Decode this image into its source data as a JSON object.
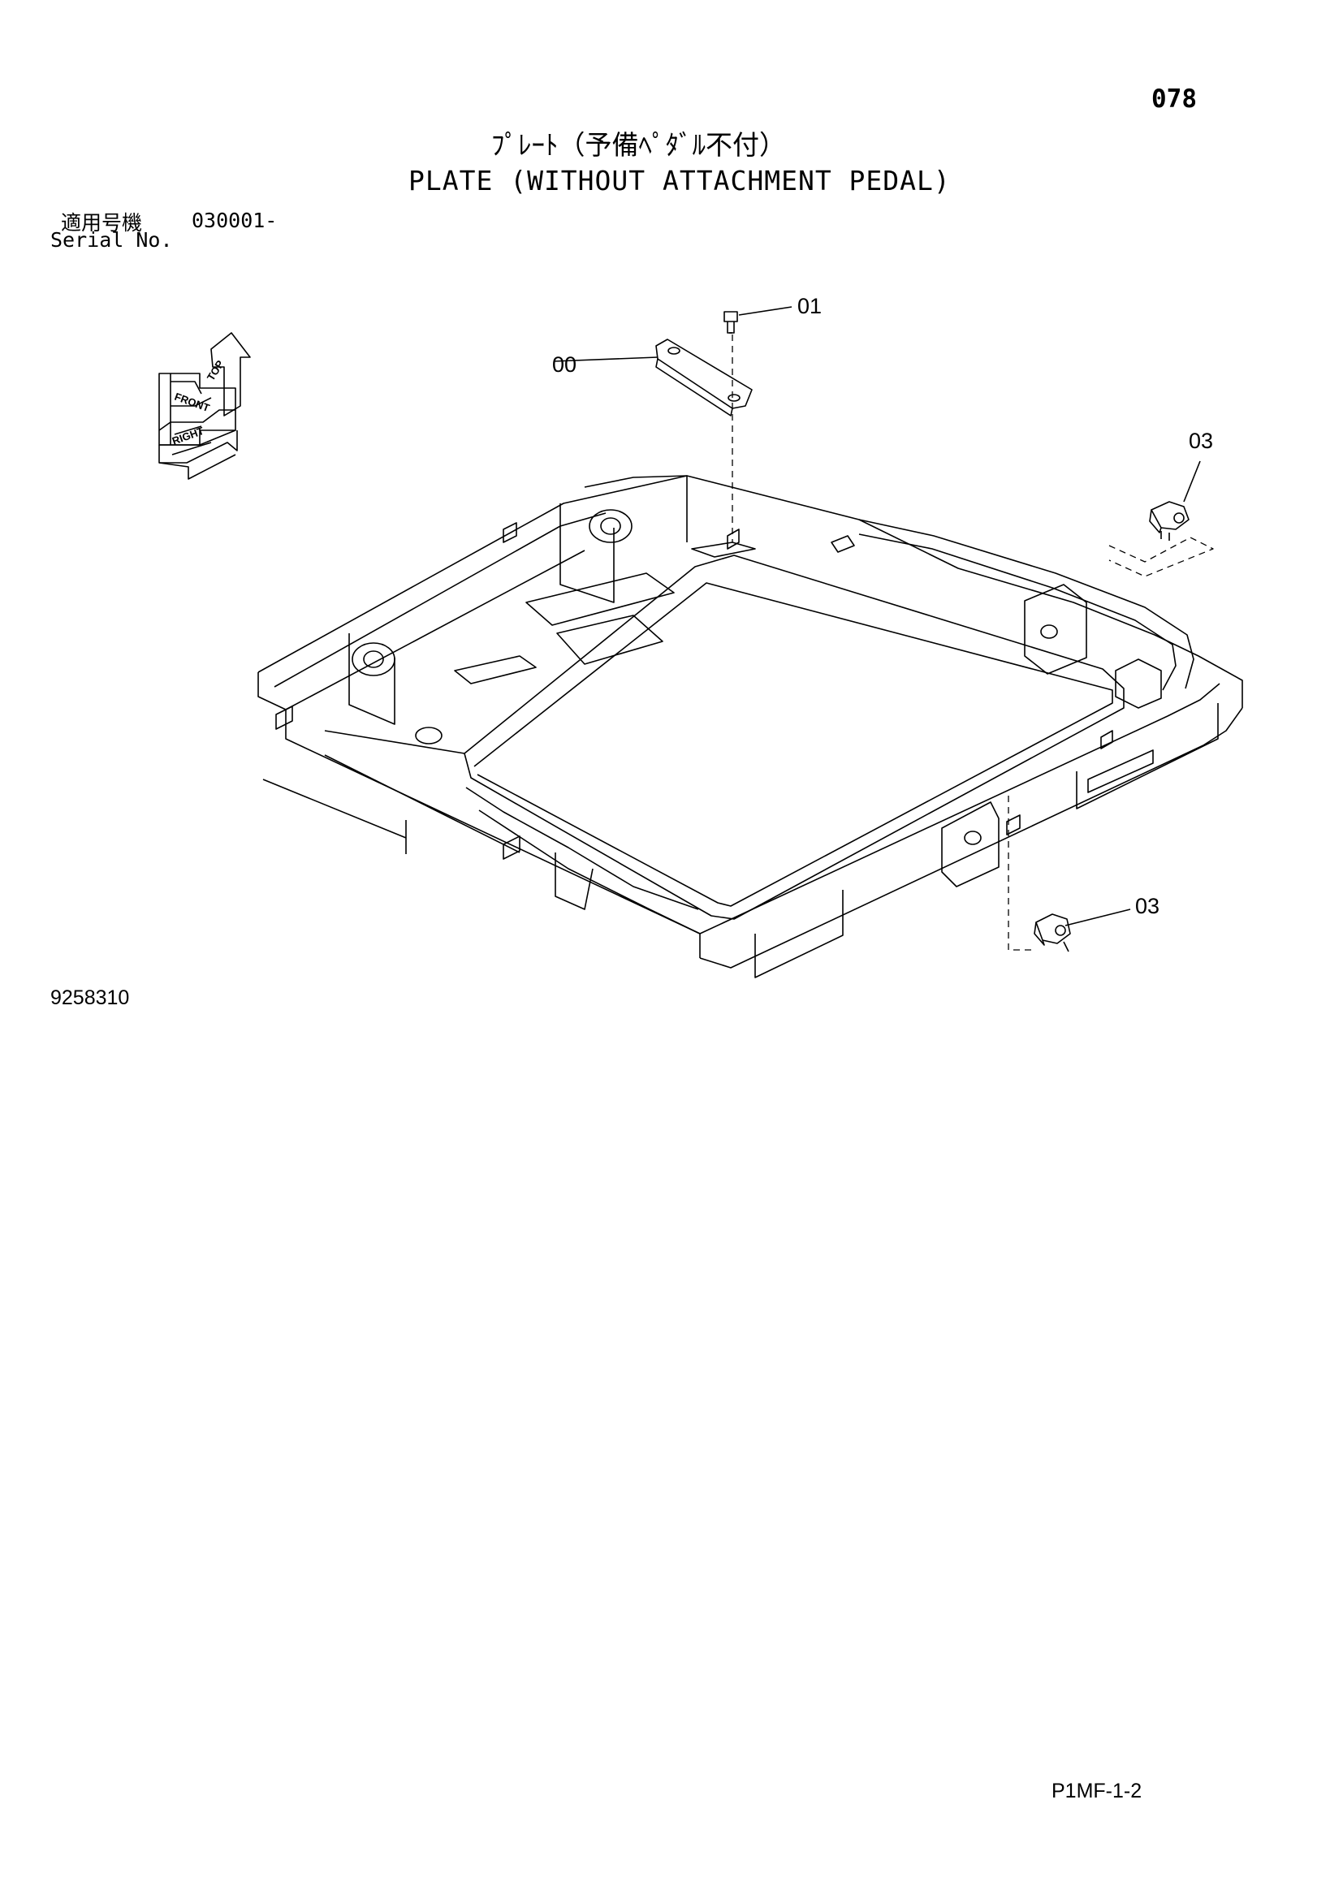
{
  "header": {
    "page_number": "078",
    "title_jp": "ﾌﾟﾚｰﾄ（予備ﾍﾟﾀﾞﾙ不付）",
    "title_en": "PLATE (WITHOUT ATTACHMENT PEDAL)",
    "serial_label_jp": "適用号機",
    "serial_range": "030001-",
    "serial_label_en": "Serial No."
  },
  "diagram": {
    "callouts": [
      "00",
      "01",
      "03",
      "03"
    ],
    "orientation_labels": [
      "TOP",
      "FRONT",
      "RIGHT"
    ]
  },
  "footer": {
    "drawing_number": "9258310",
    "figure_code": "P1MF-1-2"
  }
}
